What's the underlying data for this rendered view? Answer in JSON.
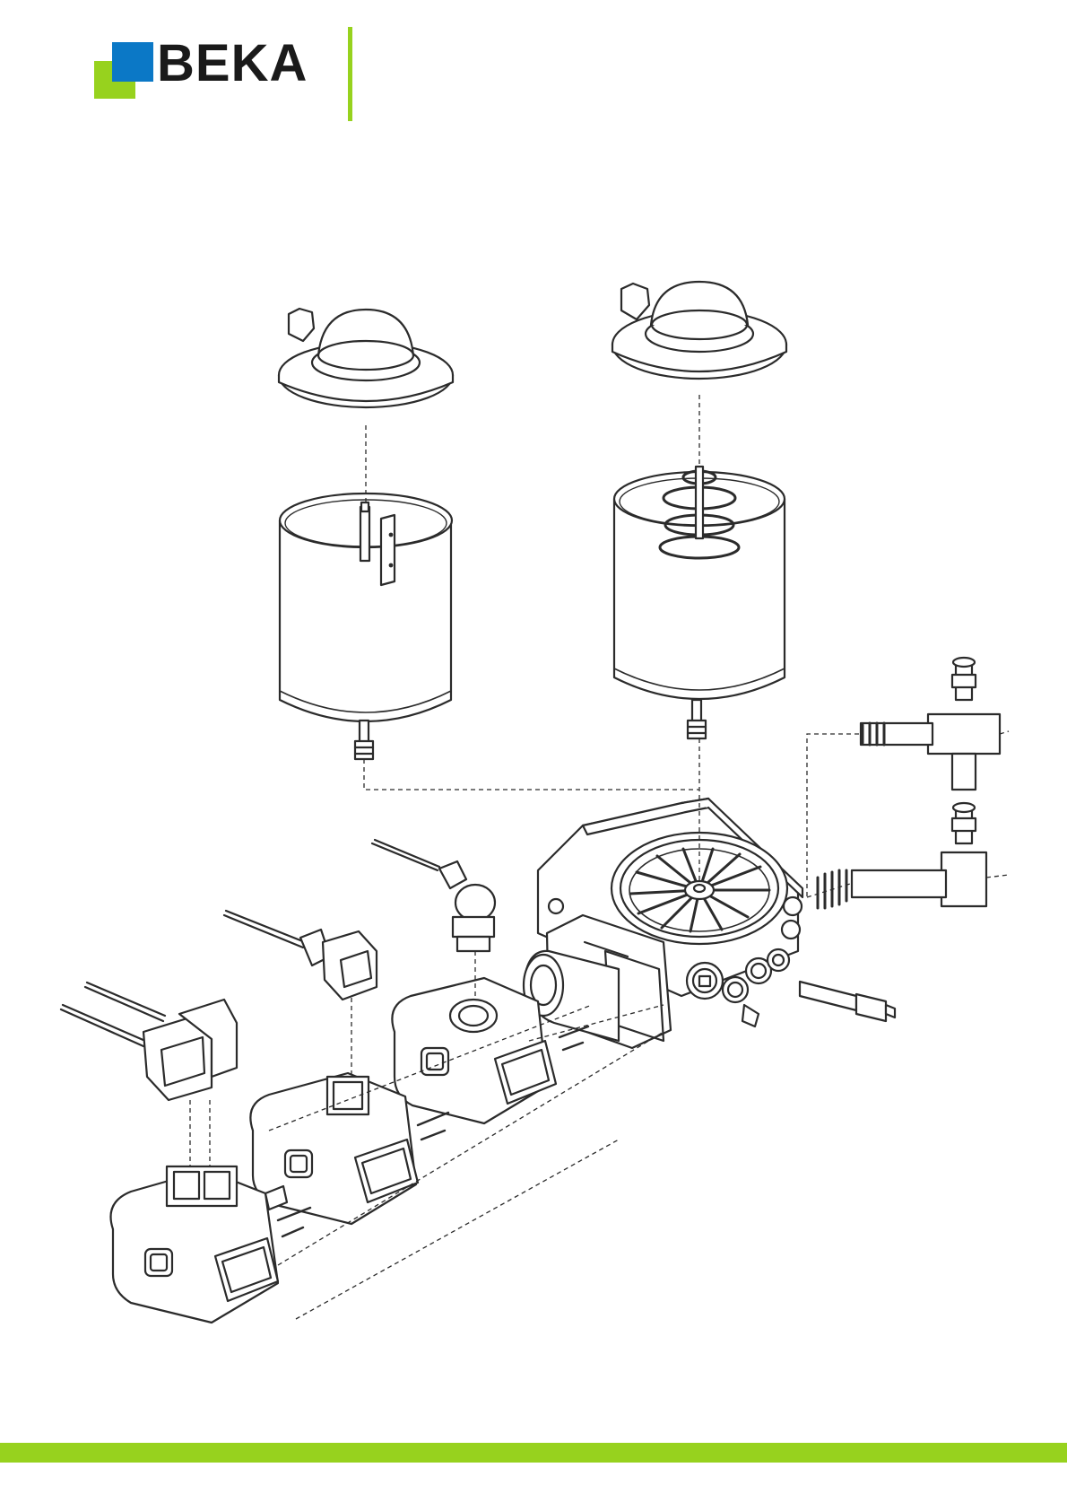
{
  "brand": {
    "name": "BEKA",
    "colors": {
      "green": "#97d21e",
      "blue": "#0b78c6",
      "text": "#1a1a1a",
      "ink": "#2b2b2b"
    }
  },
  "icons": [
    "beka-logo-mark",
    "exploded-pump-assembly"
  ]
}
